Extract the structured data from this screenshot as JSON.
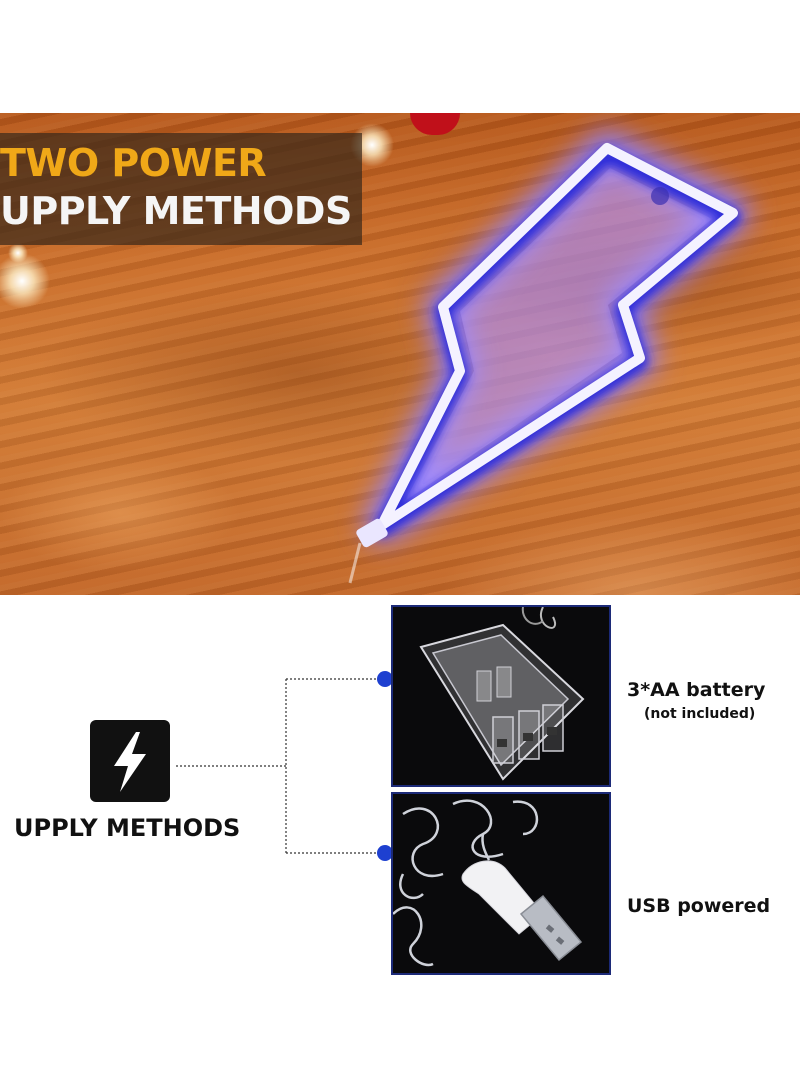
{
  "hero": {
    "title_line1": "TWO POWER",
    "title_line2": "UPPLY METHODS",
    "colors": {
      "title_accent": "#f0a818",
      "title_main": "#f5f5f5",
      "neon_glow": "#5a50ff"
    }
  },
  "supply": {
    "icon": "lightning-bolt-icon",
    "label": "UPPLY METHODS",
    "options": [
      {
        "title": "3*AA battery",
        "note": "(not included)"
      },
      {
        "title": "USB powered"
      }
    ],
    "colors": {
      "connector_dot": "#1e40d0",
      "photo_border": "#1c2a78"
    }
  }
}
